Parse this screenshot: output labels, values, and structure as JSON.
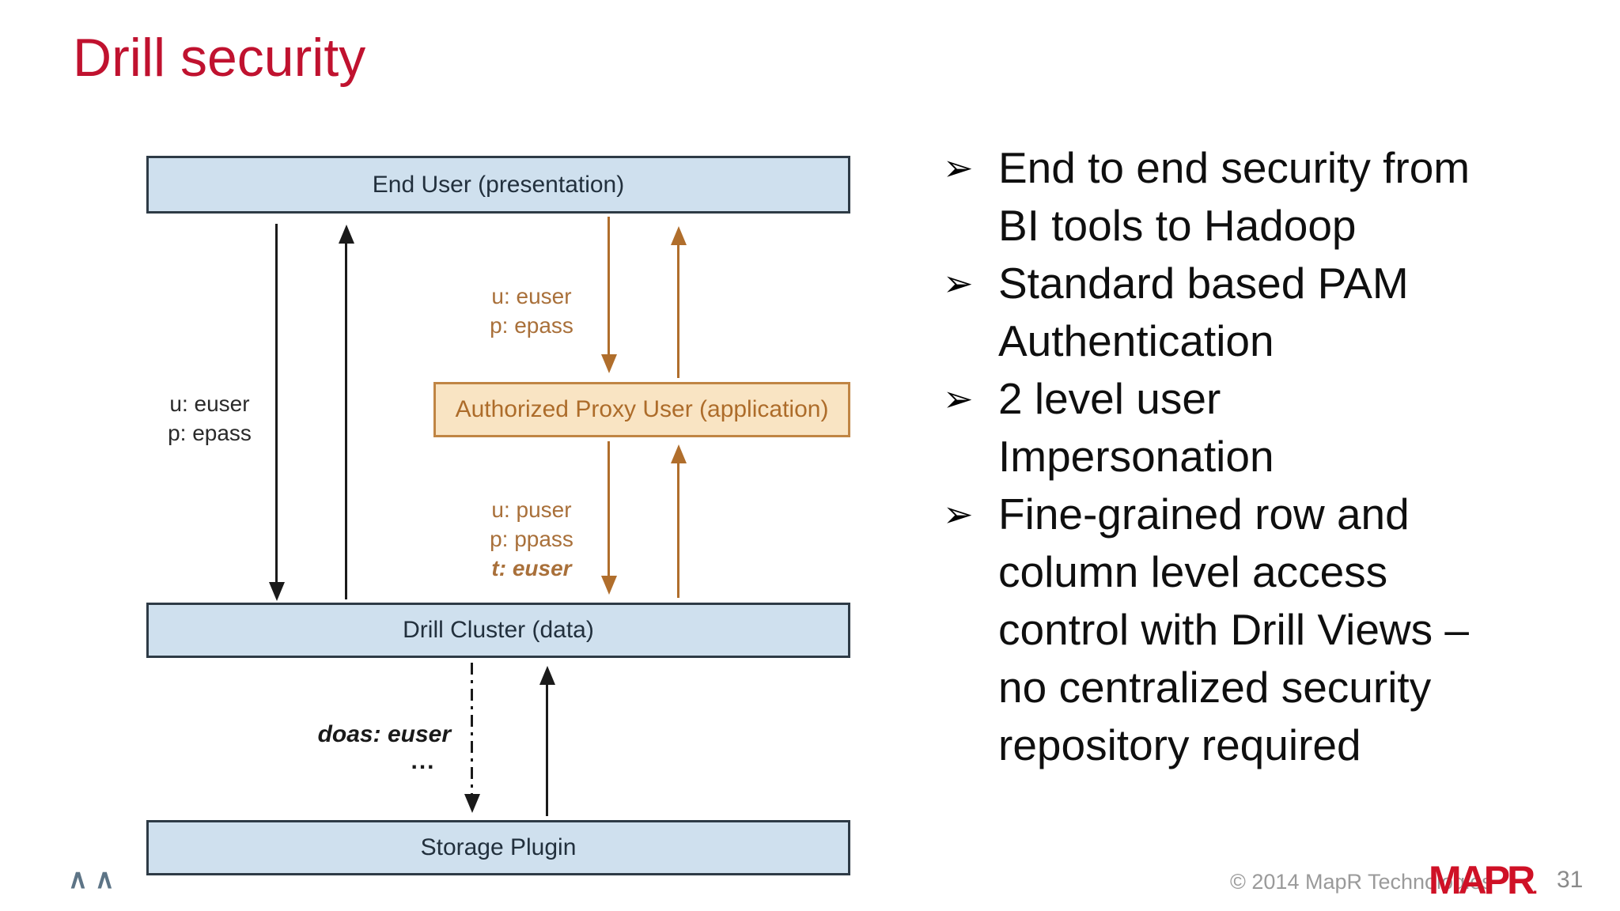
{
  "slide": {
    "title": "Drill security",
    "chevrons": "∧∧"
  },
  "diagram": {
    "boxes": {
      "end_user": "End User (presentation)",
      "proxy": "Authorized Proxy User (application)",
      "cluster": "Drill Cluster (data)",
      "storage": "Storage Plugin"
    },
    "labels": {
      "left_user": "u: euser",
      "left_pass": "p: epass",
      "top_user": "u: euser",
      "top_pass": "p: epass",
      "mid_user": "u: puser",
      "mid_pass": "p: ppass",
      "mid_target": "t: euser",
      "doas": "doas: euser",
      "ellipsis": "..."
    }
  },
  "bullets": {
    "marker": "➢",
    "items": [
      {
        "text": "End to end security from BI tools to Hadoop",
        "lines": [
          "End to end security from",
          "BI tools to Hadoop"
        ]
      },
      {
        "text": "Standard based PAM Authentication",
        "lines": [
          "Standard based PAM",
          "Authentication"
        ]
      },
      {
        "text": "2 level user Impersonation",
        "lines": [
          "2 level user",
          "Impersonation"
        ]
      },
      {
        "text": "Fine-grained row and column level access control with Drill Views – no centralized security repository required",
        "lines": [
          "Fine-grained row and",
          "column level access",
          "control with Drill Views –",
          "no centralized security",
          "repository required"
        ]
      }
    ]
  },
  "footer": {
    "copyright": "© 2014 MapR Technologies",
    "logo": "MAPR",
    "logo_dot": ".",
    "page": "31"
  },
  "colors": {
    "title_red": "#c0122f",
    "logo_red": "#cf1126",
    "box_blue_fill": "#cfe0ee",
    "box_blue_border": "#2e3b46",
    "box_blue_text": "#22303d",
    "box_orange_fill": "#f9e4c3",
    "box_orange_border": "#c08544",
    "box_orange_text": "#ad6c2a",
    "arrow_orange": "#b06e2c",
    "arrow_black": "#1a1a1a",
    "footer_gray": "#9a9a9a",
    "chevron_gray": "#5d7486"
  }
}
